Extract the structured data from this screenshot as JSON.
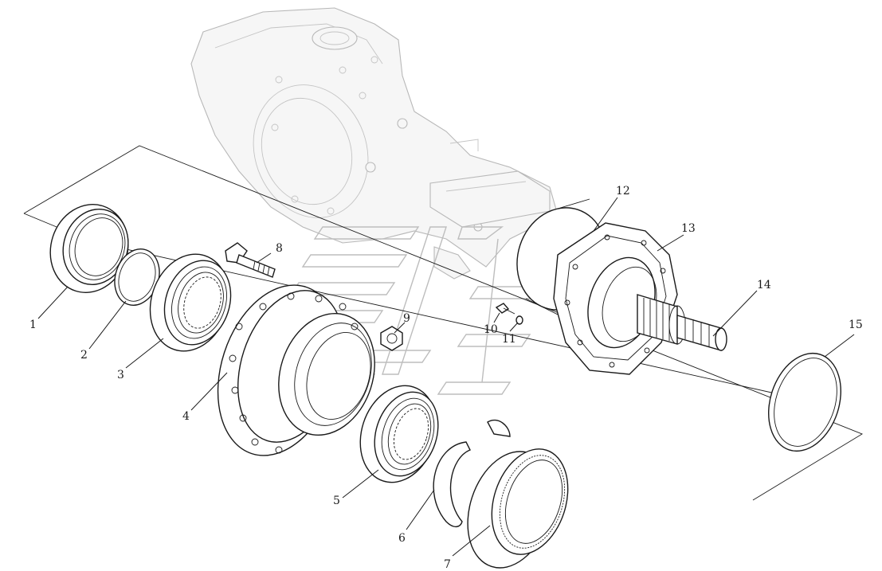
{
  "diagram": {
    "callouts": [
      "1",
      "2",
      "3",
      "4",
      "5",
      "6",
      "7",
      "8",
      "9",
      "10",
      "11",
      "12",
      "13",
      "14",
      "15"
    ]
  },
  "colors": {
    "line": "#1a1a1a",
    "housing_ghost": "#b8b8b8",
    "background": "#ffffff"
  }
}
